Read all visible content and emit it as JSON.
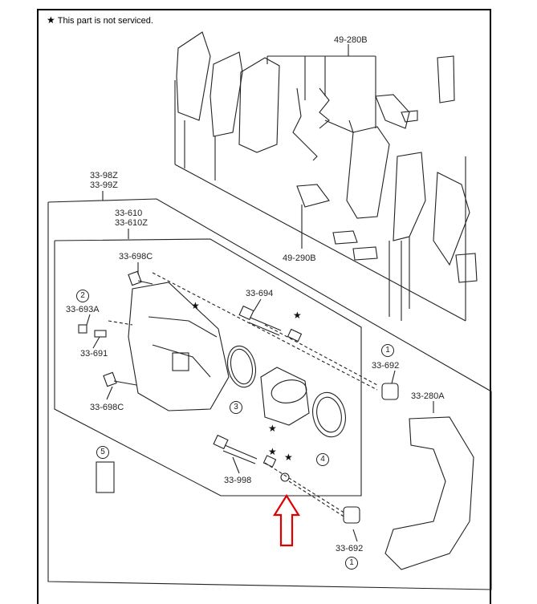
{
  "note": {
    "star": "★",
    "text": "This part is not serviced."
  },
  "labels": {
    "pad_set": "49-280B",
    "shim_kit": "49-290B",
    "caliper_assy_1": "33-98Z",
    "caliper_assy_2": "33-99Z",
    "caliper_body_1": "33-610",
    "caliper_body_2": "33-610Z",
    "bolt_top": "33-698C",
    "bolt_bottom": "33-698C",
    "bleeder_cap": "33-693A",
    "bleeder_screw": "33-691",
    "guide_pin_top": "33-694",
    "guide_pin_bottom": "33-998",
    "boot_top": "33-692",
    "boot_bottom": "33-692",
    "bracket": "33-280A"
  },
  "callouts": {
    "c1_top": "1",
    "c1_bottom": "1",
    "c2": "2",
    "c3": "3",
    "c4": "4",
    "c5": "5"
  },
  "stars": {
    "s1": "★",
    "s2": "★",
    "s3": "★",
    "s4": "★",
    "s5": "★"
  },
  "colors": {
    "line": "#222222",
    "arrow": "#e00000"
  }
}
